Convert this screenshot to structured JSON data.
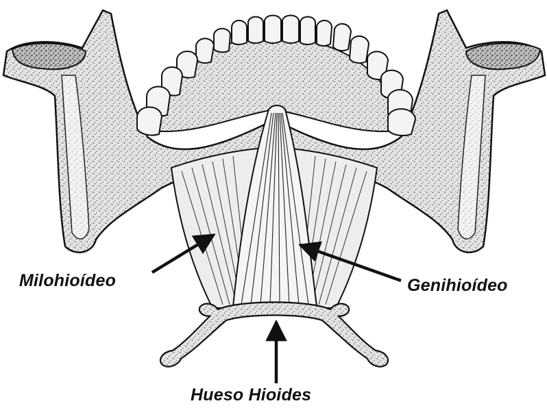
{
  "diagram": {
    "labels": {
      "milohioideo": "Milohioídeo",
      "genihioideo": "Genihioídeo",
      "hueso_hioides": "Hueso Hioides"
    },
    "colors": {
      "ink": "#111111",
      "bone": "#d9d9d9",
      "muscle": "#eeeeee",
      "tooth": "#f4f4f4"
    }
  }
}
